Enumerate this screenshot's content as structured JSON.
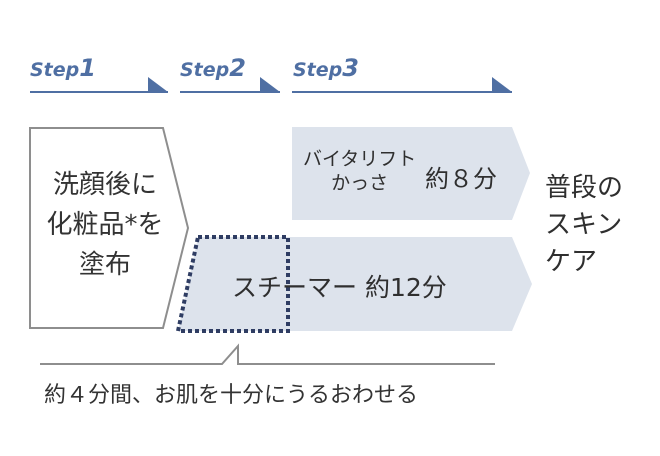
{
  "steps": [
    {
      "word": "Step",
      "num": "1"
    },
    {
      "word": "Step",
      "num": "2"
    },
    {
      "word": "Step",
      "num": "3"
    }
  ],
  "box1": {
    "line1": "洗顔後に",
    "line2": "化粧品*を",
    "line3": "塗布"
  },
  "vitalift": {
    "line1": "バイタリフト",
    "line2": "かっさ",
    "time": "約８分"
  },
  "steamer": {
    "label": "スチーマー 約12分"
  },
  "side": {
    "line1": "普段の",
    "line2": "スキン",
    "line3": "ケア"
  },
  "caption": "約４分間、お肌を十分にうるおわせる",
  "colors": {
    "accent": "#4f6fa3",
    "arrow_fill": "#dde3ec",
    "dotted": "#2f3d63",
    "outline": "#8e8e8e",
    "text": "#333333"
  }
}
